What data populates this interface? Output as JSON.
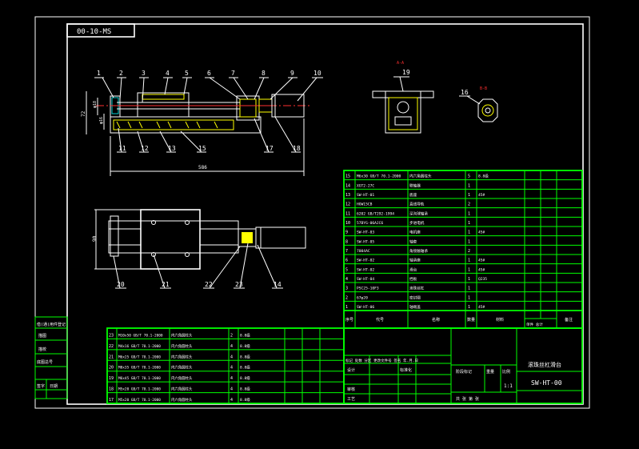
{
  "drawing_code_box": "00-10-MS",
  "section_labels": {
    "aa": "A-A",
    "bb": "B-B"
  },
  "balloons_top": [
    "1",
    "2",
    "3",
    "4",
    "5",
    "6",
    "7",
    "8",
    "9",
    "10"
  ],
  "balloons_bottom": [
    "11",
    "12",
    "13",
    "15",
    "17",
    "18"
  ],
  "balloon_19": "19",
  "balloon_16": "16",
  "balloons_plan": [
    "20",
    "21",
    "22",
    "23",
    "14"
  ],
  "dim_overall": "586",
  "dim_left_v1": "72",
  "dim_left_v2": "φ18",
  "dim_left_v3": "φ16",
  "dim_plan_h": "90",
  "bom_right": [
    {
      "no": "15",
      "code": "M6x30 GB/T 70.1-2000",
      "name": "内六角圆柱头",
      "qty": "5",
      "mat": "8.8级",
      "note": ""
    },
    {
      "no": "14",
      "code": "XGT2-27C",
      "name": "联轴器",
      "qty": "1",
      "mat": "",
      "note": ""
    },
    {
      "no": "13",
      "code": "SW-HT-01",
      "name": "底座",
      "qty": "1",
      "mat": "45#",
      "note": ""
    },
    {
      "no": "12",
      "code": "HGW15CB",
      "name": "直线导轨",
      "qty": "2",
      "mat": "",
      "note": ""
    },
    {
      "no": "11",
      "code": "6202 GB/T292-1994",
      "name": "深沟球轴承",
      "qty": "1",
      "mat": "",
      "note": ""
    },
    {
      "no": "10",
      "code": "57BYG-06AJC6",
      "name": "步进电机",
      "qty": "1",
      "mat": "",
      "note": ""
    },
    {
      "no": "9",
      "code": "SW-HT-03",
      "name": "电机座",
      "qty": "1",
      "mat": "45#",
      "note": ""
    },
    {
      "no": "8",
      "code": "SW-HT-05",
      "name": "轴套",
      "qty": "1",
      "mat": "",
      "note": ""
    },
    {
      "no": "7",
      "code": "7004AC",
      "name": "角接触轴承",
      "qty": "2",
      "mat": "",
      "note": ""
    },
    {
      "no": "6",
      "code": "SW-HT-02",
      "name": "轴承座",
      "qty": "1",
      "mat": "45#",
      "note": ""
    },
    {
      "no": "5",
      "code": "SW-HT-02",
      "name": "滑台",
      "qty": "1",
      "mat": "45#",
      "note": ""
    },
    {
      "no": "4",
      "code": "SW-HT-04",
      "name": "挡板",
      "qty": "1",
      "mat": "Q235",
      "note": ""
    },
    {
      "no": "3",
      "code": "PSC25-10F3",
      "name": "滚珠丝杠",
      "qty": "1",
      "mat": "",
      "note": ""
    },
    {
      "no": "2",
      "code": "67φ20",
      "name": "密封圈",
      "qty": "1",
      "mat": "",
      "note": ""
    },
    {
      "no": "1",
      "code": "SW-HT-06",
      "name": "轴端盖",
      "qty": "1",
      "mat": "45#",
      "note": ""
    }
  ],
  "bom_header": {
    "no": "序号",
    "code": "代号",
    "name": "名称",
    "qty": "数量",
    "mat": "材料",
    "weight": "单件 总计",
    "note": "备注"
  },
  "bom_bottom": [
    {
      "no": "23",
      "code": "M10x50 GB/T 70.1-2000",
      "name": "内六角圆柱头",
      "qty": "2",
      "mat": "8.8级"
    },
    {
      "no": "22",
      "code": "M4x16 GB/T 70.1-2000",
      "name": "内六角圆柱头",
      "qty": "4",
      "mat": "8.8级"
    },
    {
      "no": "21",
      "code": "M6x25 GB/T 70.1-2000",
      "name": "内六角圆柱头",
      "qty": "4",
      "mat": "8.8级"
    },
    {
      "no": "20",
      "code": "M8x35 GB/T 70.1-2000",
      "name": "内六角圆柱头",
      "qty": "4",
      "mat": "8.8级"
    },
    {
      "no": "19",
      "code": "M6x45 GB/T 70.1-2000",
      "name": "内六角圆柱头",
      "qty": "4",
      "mat": "8.8级"
    },
    {
      "no": "18",
      "code": "M5x20 GB/T 70.1-2000",
      "name": "内六角圆柱头",
      "qty": "4",
      "mat": "8.8级"
    },
    {
      "no": "17",
      "code": "M5x20 GB/T 70.1-2000",
      "name": "内六角圆柱头",
      "qty": "4",
      "mat": "8.8级"
    }
  ],
  "title_block": {
    "title": "滚珠丝杠滑台",
    "code": "SW-HT-00",
    "revision_row": "标记 处数  分区  更改文件号 签名 年.月.日",
    "design": "设计",
    "standardize": "标准化",
    "audit": "审核",
    "process": "工艺",
    "stage": "阶段标记",
    "weight": "重量",
    "scale": "比例",
    "scale_value": "1:1",
    "sheets": "共  张  第  张"
  },
  "left_strip": [
    "借(通)用件登记",
    "描图",
    "描校",
    "底图总号",
    "签字",
    "日期"
  ]
}
